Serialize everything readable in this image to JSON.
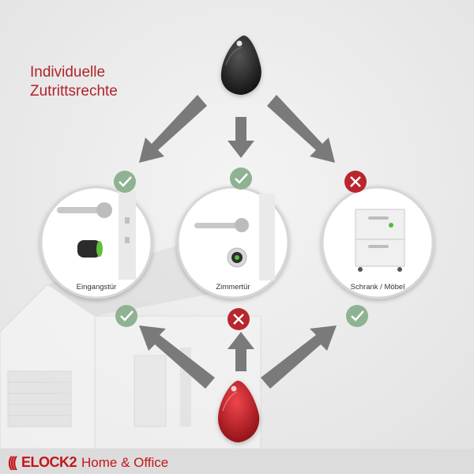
{
  "headline": [
    "Individuelle",
    "Zutrittsrechte"
  ],
  "colors": {
    "accent": "#c4161c",
    "granted": "#8fb293",
    "denied": "#b9262e",
    "arrow": "#7a7a7a"
  },
  "icons": {
    "granted": "check-icon",
    "denied": "cross-icon"
  },
  "keys": [
    {
      "name": "black-key-fob",
      "color": "#222222"
    },
    {
      "name": "red-key-fob",
      "color": "#c41a22"
    }
  ],
  "doors": [
    {
      "label": "Eingangstür",
      "black_key_access": "granted",
      "red_key_access": "granted"
    },
    {
      "label": "Zimmertür",
      "black_key_access": "granted",
      "red_key_access": "denied"
    },
    {
      "label": "Schrank / Möbel",
      "black_key_access": "denied",
      "red_key_access": "granted"
    }
  ],
  "footer": {
    "logo": "ELOCK2",
    "tagline": "Home & Office"
  }
}
